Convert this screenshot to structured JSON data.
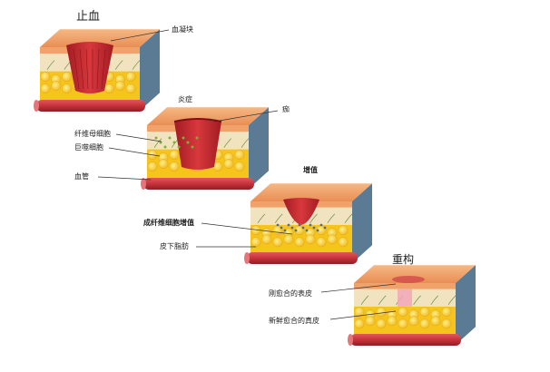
{
  "stages": {
    "hemostasis": {
      "title": "止血",
      "clot": "血凝块"
    },
    "inflammation": {
      "title": "炎症",
      "scab": "痂",
      "fibroblast": "纤维母细胞",
      "macrophage": "巨噬细胞",
      "vessel": "血管"
    },
    "proliferation": {
      "title": "增值",
      "fibro_prolif": "成纤维细胞增值",
      "subcutaneous_fat": "皮下脂肪"
    },
    "remodeling": {
      "title": "重构",
      "new_epidermis": "刚愈合的表皮",
      "new_dermis": "新鲜愈合的真皮"
    }
  },
  "colors": {
    "epidermis": "#f0a26a",
    "dermis": "#f2e3c0",
    "fat": "#f5c51c",
    "clot": "#c4262d",
    "vessel": "#c8323a",
    "block_side": "#5b7a93"
  }
}
